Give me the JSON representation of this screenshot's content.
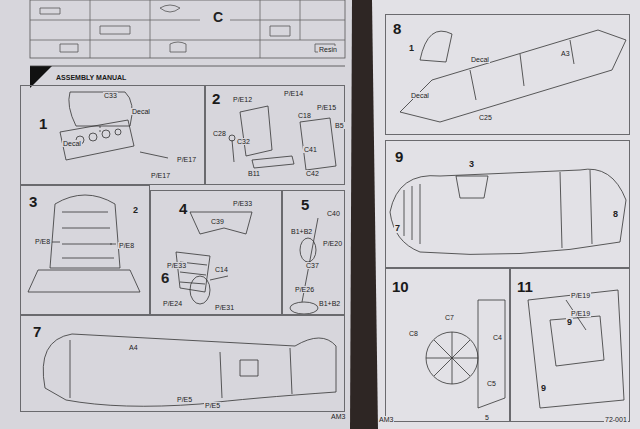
{
  "diagram": {
    "title": "ASSEMBLY MANUAL",
    "nodes": [
      {
        "text": [
          "1"
        ]
      },
      {
        "text": [
          "2"
        ]
      },
      {
        "text": [
          "3"
        ]
      },
      {
        "text": [
          "4"
        ]
      },
      {
        "text": [
          "5"
        ]
      },
      {
        "text": [
          "7"
        ]
      },
      {
        "text": [
          "8"
        ]
      },
      {
        "text": [
          "9"
        ]
      },
      {
        "text": [
          "10"
        ]
      },
      {
        "text": [
          "11"
        ]
      }
    ],
    "labels": [
      "C",
      "Resin",
      "C33",
      "Decal",
      "Decal",
      "P/E17",
      "P/E17",
      "P/E12",
      "P/E14",
      "C18",
      "P/E15",
      "B5",
      "C28",
      "C32",
      "C41",
      "B11",
      "C42",
      "2",
      "P/E8",
      "P/E8",
      "P/E33",
      "C39",
      "P/E33",
      "P/E24",
      "C40",
      "B1+B2",
      "P/E20",
      "C37",
      "P/E26",
      "B1+B2",
      "6",
      "C14",
      "P/E31",
      "A4",
      "P/E5",
      "P/E5",
      "AM3",
      "1",
      "Decal",
      "Decal",
      "C25",
      "A3",
      "3",
      "7",
      "8",
      "9",
      "C8",
      "C7",
      "C4",
      "C5",
      "9",
      "P/E19",
      "P/E19",
      "AM3",
      "5",
      "72-001"
    ]
  }
}
